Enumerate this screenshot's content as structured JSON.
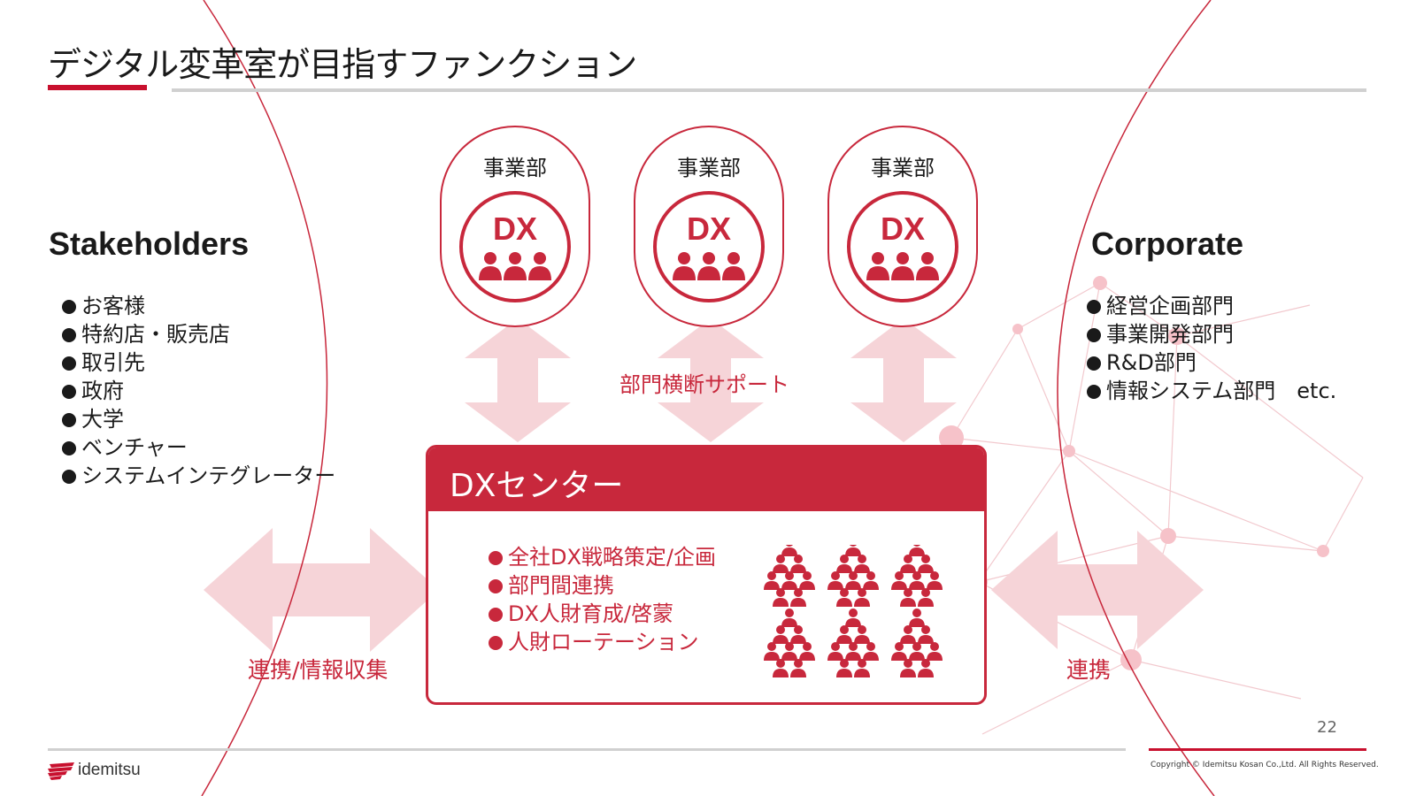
{
  "title": "デジタル変革室が目指すファンクション",
  "stakeholders": {
    "heading": "Stakeholders",
    "items": [
      "お客様",
      "特約店・販売店",
      "取引先",
      "政府",
      "大学",
      "ベンチャー",
      "システムインテグレーター"
    ]
  },
  "corporate": {
    "heading": "Corporate",
    "items": [
      "経営企画部門",
      "事業開発部門",
      "R&D部門",
      "情報システム部門　etc."
    ]
  },
  "divisions": [
    {
      "label": "事業部",
      "badge": "DX"
    },
    {
      "label": "事業部",
      "badge": "DX"
    },
    {
      "label": "事業部",
      "badge": "DX"
    }
  ],
  "support_label": "部門横断サポート",
  "dx_center": {
    "title": "DXセンター",
    "items": [
      "全社DX戦略策定/企画",
      "部門間連携",
      "DX人財育成/啓蒙",
      "人財ローテーション"
    ]
  },
  "collab_left": "連携/情報収集",
  "collab_right": "連携",
  "page_number": "22",
  "copyright": "Copyright © Idemitsu Kosan Co.,Ltd.  All Rights Reserved.",
  "logo_text": "idemitsu",
  "colors": {
    "accent": "#c8283c",
    "arrow": "#f6d4d8",
    "text": "#1a1a1a"
  }
}
